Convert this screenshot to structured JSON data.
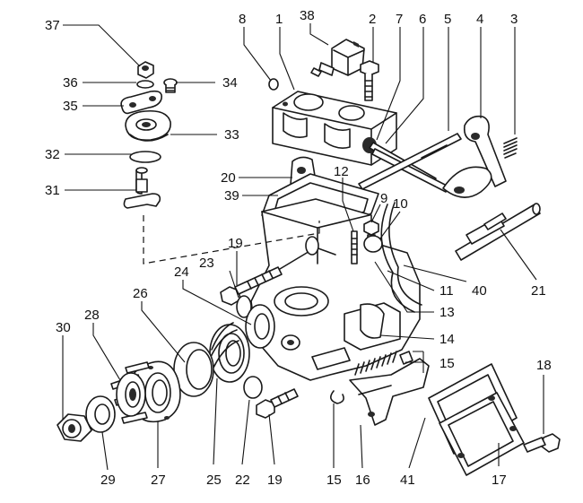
{
  "labels": [
    "37",
    "36",
    "35",
    "34",
    "33",
    "32",
    "31",
    "8",
    "1",
    "38",
    "2",
    "7",
    "6",
    "5",
    "4",
    "3",
    "20",
    "39",
    "12",
    "9",
    "10",
    "19",
    "23",
    "24",
    "26",
    "28",
    "30",
    "29",
    "27",
    "25",
    "22",
    "19",
    "15",
    "16",
    "41",
    "17",
    "18",
    "15",
    "14",
    "13",
    "11",
    "40",
    "21"
  ]
}
